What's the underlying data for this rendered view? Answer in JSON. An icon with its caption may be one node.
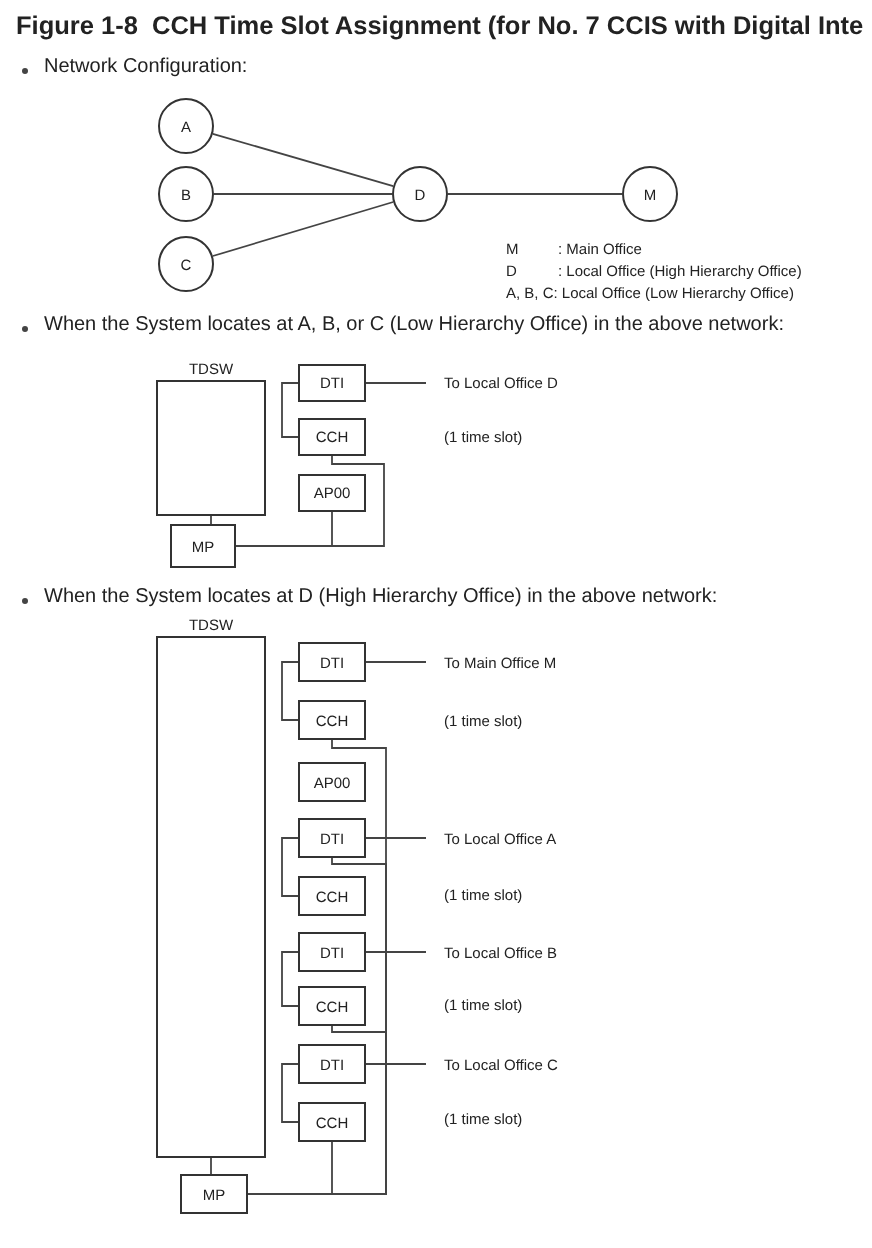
{
  "diagram": {
    "title": "Figure 1-8  CCH Time Slot Assignment (for No. 7 CCIS with Digital Inte",
    "nodes": [
      {
        "text": [
          "A"
        ]
      },
      {
        "text": [
          "B"
        ]
      },
      {
        "text": [
          "C"
        ]
      },
      {
        "text": [
          "D"
        ]
      },
      {
        "text": [
          "M"
        ]
      },
      {
        "text": [
          "TDSW"
        ]
      },
      {
        "text": [
          "DTI"
        ]
      },
      {
        "text": [
          "CCH"
        ]
      },
      {
        "text": [
          "AP00"
        ]
      },
      {
        "text": [
          "MP"
        ]
      },
      {
        "text": [
          "To Local Office D"
        ]
      },
      {
        "text": [
          "TDSW"
        ]
      },
      {
        "text": [
          "DTI"
        ]
      },
      {
        "text": [
          "CCH"
        ]
      },
      {
        "text": [
          "AP00"
        ]
      },
      {
        "text": [
          "DTI"
        ]
      },
      {
        "text": [
          "CCH"
        ]
      },
      {
        "text": [
          "DTI"
        ]
      },
      {
        "text": [
          "CCH"
        ]
      },
      {
        "text": [
          "DTI"
        ]
      },
      {
        "text": [
          "CCH"
        ]
      },
      {
        "text": [
          "MP"
        ]
      },
      {
        "text": [
          "To Main Office M"
        ]
      },
      {
        "text": [
          "To Local Office A"
        ]
      },
      {
        "text": [
          "To Local Office B"
        ]
      },
      {
        "text": [
          "To Local Office C"
        ]
      }
    ],
    "edges": [
      {
        "from": 0,
        "to": 3,
        "arrow": "none"
      },
      {
        "from": 1,
        "to": 3,
        "arrow": "none"
      },
      {
        "from": 2,
        "to": 3,
        "arrow": "none"
      },
      {
        "from": 3,
        "to": 4,
        "arrow": "none"
      },
      {
        "from": 6,
        "to": 10,
        "arrow": "none"
      },
      {
        "from": 6,
        "to": 7,
        "arrow": "none"
      },
      {
        "from": 5,
        "to": 9,
        "arrow": "none"
      },
      {
        "from": 7,
        "to": 9,
        "arrow": "none"
      },
      {
        "from": 8,
        "to": 9,
        "arrow": "none"
      },
      {
        "from": 12,
        "to": 22,
        "arrow": "none"
      },
      {
        "from": 12,
        "to": 13,
        "arrow": "none"
      },
      {
        "from": 13,
        "to": 21,
        "arrow": "none"
      },
      {
        "from": 15,
        "to": 23,
        "arrow": "none"
      },
      {
        "from": 15,
        "to": 16,
        "arrow": "none"
      },
      {
        "from": 15,
        "to": 21,
        "arrow": "none"
      },
      {
        "from": 17,
        "to": 24,
        "arrow": "none"
      },
      {
        "from": 17,
        "to": 18,
        "arrow": "none"
      },
      {
        "from": 18,
        "to": 21,
        "arrow": "none"
      },
      {
        "from": 19,
        "to": 25,
        "arrow": "none"
      },
      {
        "from": 19,
        "to": 20,
        "arrow": "none"
      },
      {
        "from": 20,
        "to": 21,
        "arrow": "none"
      },
      {
        "from": 11,
        "to": 21,
        "arrow": "none"
      }
    ],
    "labels": [
      "Network Configuration:",
      "M",
      ": Main Office",
      "D",
      ": Local Office (High Hierarchy Office)",
      "A, B, C: Local Office (Low Hierarchy Office)",
      "When the System locates at A, B, or C (Low Hierarchy Office) in the above network:",
      "(1 time slot)",
      "When the System locates at D (High Hierarchy Office) in the above network:",
      "(1 time slot)",
      "(1 time slot)",
      "(1 time slot)",
      "(1 time slot)"
    ]
  }
}
